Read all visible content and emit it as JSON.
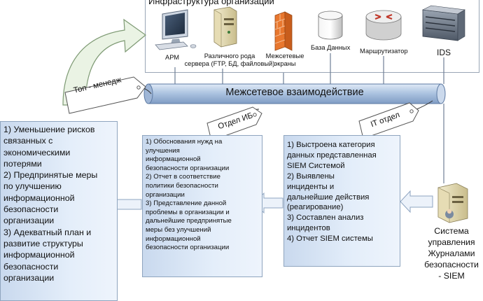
{
  "infrastructure": {
    "title": "Инфраструктура организации",
    "items": [
      {
        "icon": "workstation-icon",
        "label": "АРМ"
      },
      {
        "icon": "server-icon",
        "label": "Различного рода\nсервера (FTP, БД, файловый)"
      },
      {
        "icon": "firewall-icon",
        "label": "Межсетевые\nэкраны"
      },
      {
        "icon": "database-icon",
        "label": "База Данных"
      },
      {
        "icon": "router-icon",
        "label": "Маршрутизатор"
      },
      {
        "icon": "ids-icon",
        "label": "IDS"
      }
    ]
  },
  "bus": {
    "label": "Межсетевое взаимодействие"
  },
  "tags": {
    "top_management": "Топ - менедж",
    "infosec_dept": "Отдел ИБ",
    "it_dept": "IT отдел"
  },
  "panels": {
    "left": "1) Уменьшение рисков\nсвязанных с\nэкономическими\nпотерями\n2) Предпринятые меры\nпо улучшению\nинформационной\nбезопасности\nорганизации\n3) Адекватный план и\nразвитие структуры\nинформационной\nбезопасности\nорганизации",
    "middle": "1) Обоснования нужд на\nулучшения\nинформационной\nбезопасности организации\n2) Отчет в соответствие\nполитики безопасности\nорганизации\n3) Представление данной\nпроблемы в организации и\nдальнейшие предпринятые\nмеры без улучшений\nинформационной\nбезопасности организации",
    "right": "1) Выстроена категория\nданных представленная\nSIEM Системой\n2) Выявлены\nинциденты и\nдальнейшие действия\n(реагирование)\n3) Составлен анализ\nинцидентов\n4) Отчет SIEM системы"
  },
  "siem": {
    "icon": "siem-server-icon",
    "label": "Система\nуправления\nЖурналами\nбезопасности\n- SIEM"
  },
  "colors": {
    "bus_fill": "#b9cde6",
    "panel_fill": "#dbe6f5",
    "arrow_green": "#eaf3e4",
    "arrow_blue": "#ecf2fa",
    "firewall": "#e8772e",
    "router": "#c0392b"
  }
}
